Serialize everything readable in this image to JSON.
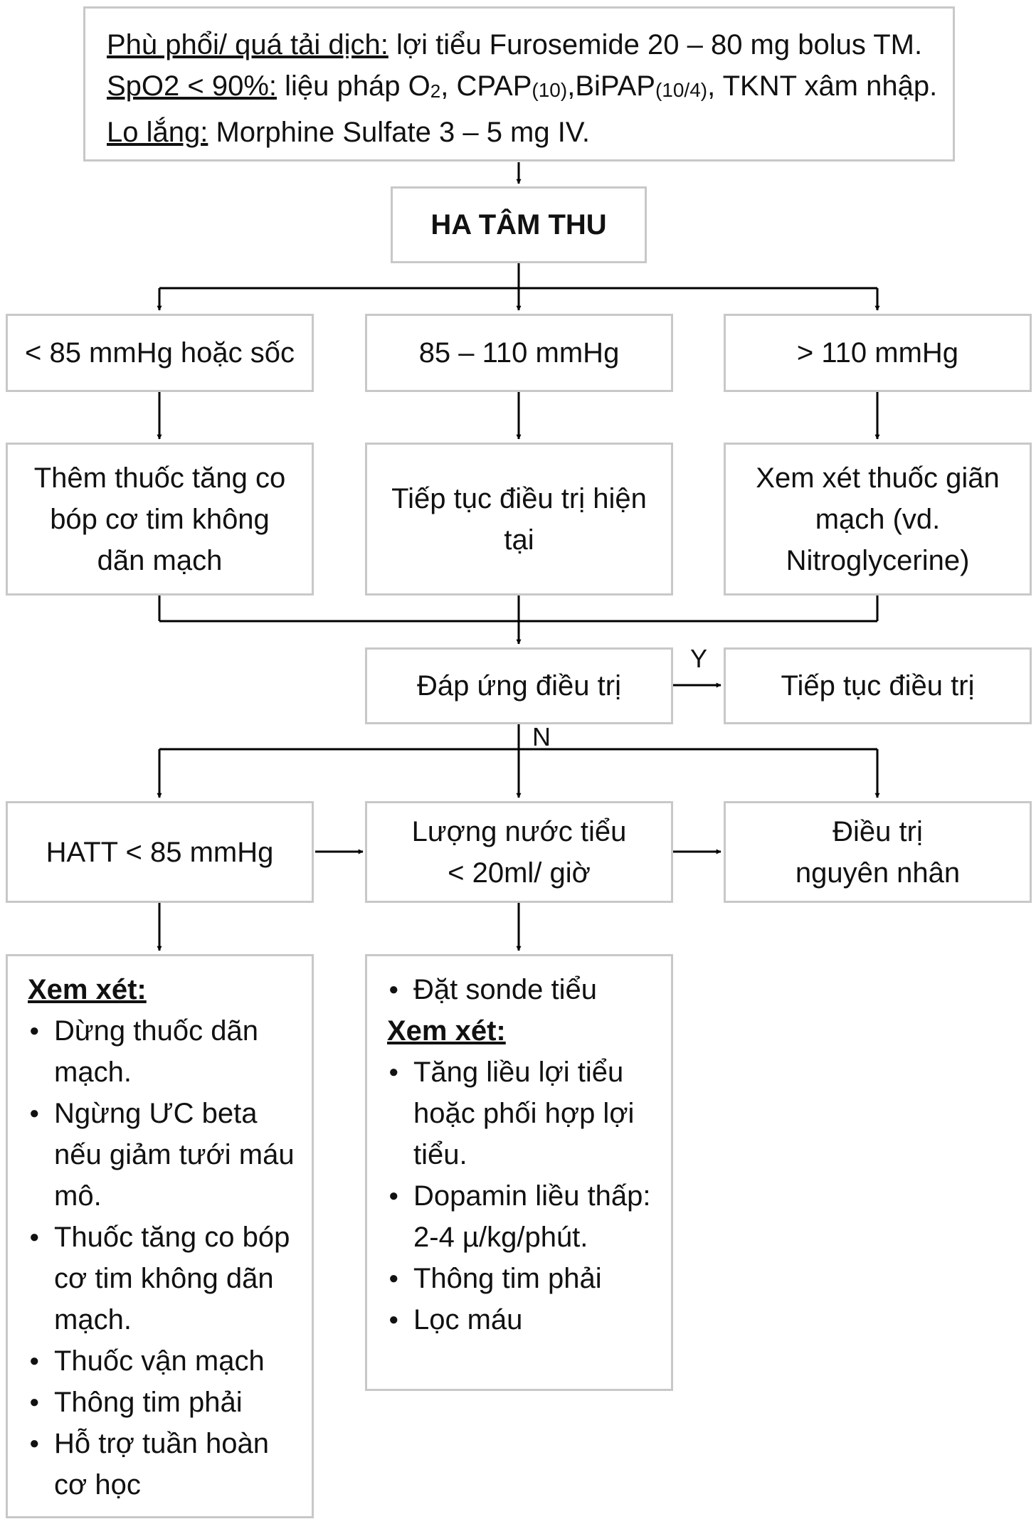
{
  "top_box": {
    "line1_label": "Phù phổi/ quá tải dịch:",
    "line1_text": " lợi tiểu Furosemide 20 – 80 mg bolus TM.",
    "line2_label": "SpO2 < 90%:",
    "line2_a": " liệu pháp O",
    "line2_o2_sub": "2",
    "line2_b": ", CPAP",
    "line2_cpap_sub": "(10)",
    "line2_c": ",BiPAP",
    "line2_bipap_sub": "(10/4)",
    "line2_d": ", TKNT xâm nhập.",
    "line3_label": "Lo lắng:",
    "line3_text": " Morphine Sulfate 3 – 5 mg IV."
  },
  "ha_tam_thu": "HA TÂM THU",
  "bp_ranges": {
    "low": "< 85 mmHg hoặc sốc",
    "mid": "85 – 110 mmHg",
    "high": "> 110 mmHg"
  },
  "actions": {
    "low": "Thêm thuốc tăng co bóp cơ tim không dãn mạch",
    "mid": "Tiếp tục điều trị hiện tại",
    "high": "Xem xét thuốc giãn mạch (vd. Nitroglycerine)"
  },
  "response": {
    "question": "Đáp ứng điều trị",
    "yes_label": "Y",
    "no_label": "N",
    "yes_action": "Tiếp tục điều trị"
  },
  "no_branch": {
    "hatt": "HATT < 85 mmHg",
    "urine_line1": "Lượng nước tiểu",
    "urine_line2": "< 20ml/ giờ",
    "cause_line1": "Điều trị",
    "cause_line2": "nguyên nhân"
  },
  "hatt_detail": {
    "heading": "Xem xét:",
    "items": [
      "Dừng thuốc dãn mạch.",
      "Ngừng ƯC beta nếu giảm tưới máu mô.",
      "Thuốc tăng co bóp cơ tim không dãn mạch.",
      "Thuốc vận mạch",
      "Thông tim phải",
      "Hỗ trợ tuần hoàn cơ học"
    ]
  },
  "urine_detail": {
    "first_item": "Đặt sonde tiểu",
    "heading": "Xem xét:",
    "items": [
      "Tăng liều lợi tiểu hoặc phối hợp lợi tiểu.",
      "Dopamin liều thấp: 2-4 µ/kg/phút.",
      "Thông tim phải",
      "Lọc máu"
    ]
  }
}
